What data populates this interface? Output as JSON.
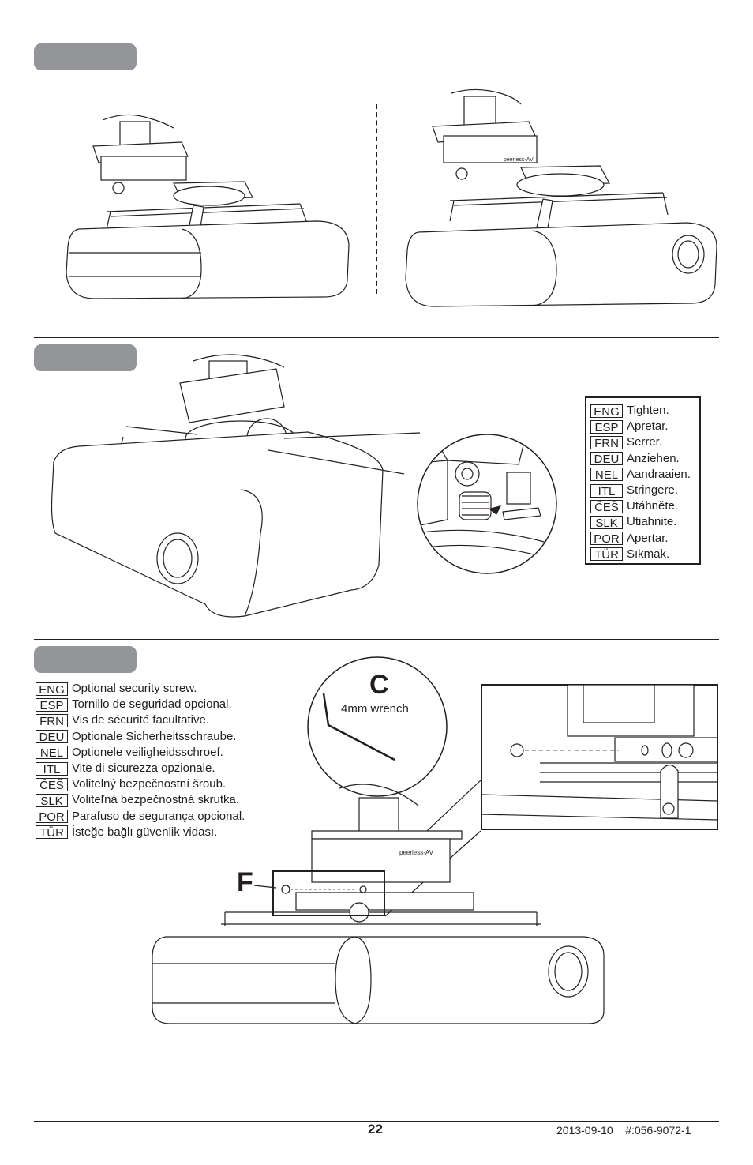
{
  "step_labels": [
    "",
    "",
    ""
  ],
  "tighten_legend": [
    {
      "code": "ENG",
      "text": "Tighten."
    },
    {
      "code": "ESP",
      "text": "Apretar."
    },
    {
      "code": "FRN",
      "text": "Serrer."
    },
    {
      "code": "DEU",
      "text": "Anziehen."
    },
    {
      "code": "NEL",
      "text": "Aandraaien."
    },
    {
      "code": "ITL",
      "text": "Stringere."
    },
    {
      "code": "ČEŠ",
      "text": "Utáhněte."
    },
    {
      "code": "SLK",
      "text": "Utiahnite."
    },
    {
      "code": "POR",
      "text": "Apertar."
    },
    {
      "code": "TÜR",
      "text": "Sıkmak."
    }
  ],
  "security_legend": [
    {
      "code": "ENG",
      "text": "Optional security screw."
    },
    {
      "code": "ESP",
      "text": "Tornillo de seguridad opcional."
    },
    {
      "code": "FRN",
      "text": "Vis de sécurité facultative."
    },
    {
      "code": "DEU",
      "text": "Optionale Sicherheitsschraube."
    },
    {
      "code": "NEL",
      "text": "Optionele veiligheidsschroef."
    },
    {
      "code": "ITL",
      "text": "Vite di sicurezza opzionale."
    },
    {
      "code": "ČEŠ",
      "text": "Volitelný bezpečnostní šroub."
    },
    {
      "code": "SLK",
      "text": "Voliteľná bezpečnostná skrutka."
    },
    {
      "code": "POR",
      "text": "Parafuso de segurança opcional."
    },
    {
      "code": "TÜR",
      "text": "İsteğe bağlı güvenlik vidası."
    }
  ],
  "tool": {
    "letter": "C",
    "label": "4mm wrench"
  },
  "part_label": "F",
  "logo_text": "peerless-AV",
  "footer": {
    "page_number": "22",
    "date": "2013-09-10",
    "doc_number": "#:056-9072-1"
  }
}
